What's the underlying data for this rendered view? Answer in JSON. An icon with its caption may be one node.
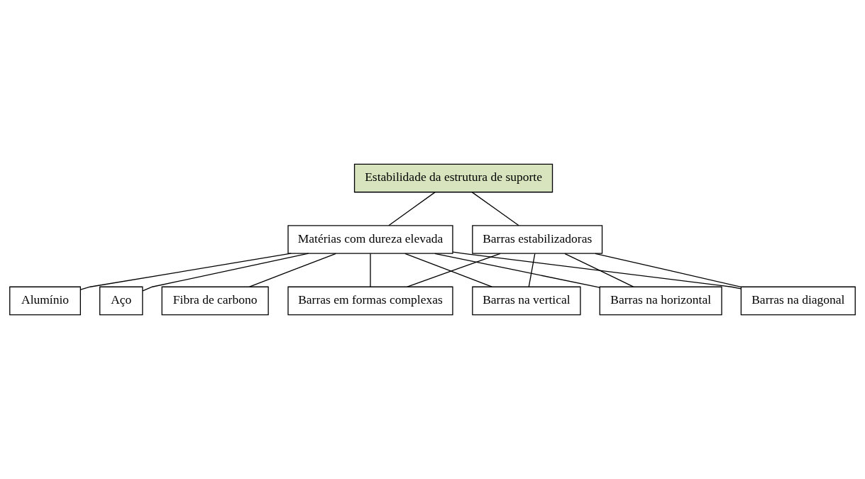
{
  "diagram": {
    "nodes": [
      {
        "text": [
          "Estabilidade da estrutura de suporte"
        ]
      },
      {
        "text": [
          "Matérias com dureza elevada"
        ]
      },
      {
        "text": [
          "Barras estabilizadoras"
        ]
      },
      {
        "text": [
          "Alumínio"
        ]
      },
      {
        "text": [
          "Aço"
        ]
      },
      {
        "text": [
          "Fibra de carbono"
        ]
      },
      {
        "text": [
          "Barras na vertical"
        ]
      },
      {
        "text": [
          "Barras na horizontal"
        ]
      },
      {
        "text": [
          "Barras na diagonal"
        ]
      },
      {
        "text": [
          "Barras em formas complexas"
        ]
      }
    ],
    "edges": [
      {
        "from": 0,
        "to": 1,
        "arrow": "none"
      },
      {
        "from": 0,
        "to": 2,
        "arrow": "none"
      },
      {
        "from": 1,
        "to": 3,
        "arrow": "none"
      },
      {
        "from": 1,
        "to": 4,
        "arrow": "none"
      },
      {
        "from": 1,
        "to": 5,
        "arrow": "none"
      },
      {
        "from": 1,
        "to": 6,
        "arrow": "none"
      },
      {
        "from": 1,
        "to": 7,
        "arrow": "none"
      },
      {
        "from": 1,
        "to": 8,
        "arrow": "none"
      },
      {
        "from": 1,
        "to": 9,
        "arrow": "none"
      },
      {
        "from": 2,
        "to": 6,
        "arrow": "none"
      },
      {
        "from": 2,
        "to": 7,
        "arrow": "none"
      },
      {
        "from": 2,
        "to": 8,
        "arrow": "none"
      },
      {
        "from": 2,
        "to": 9,
        "arrow": "none"
      }
    ]
  }
}
